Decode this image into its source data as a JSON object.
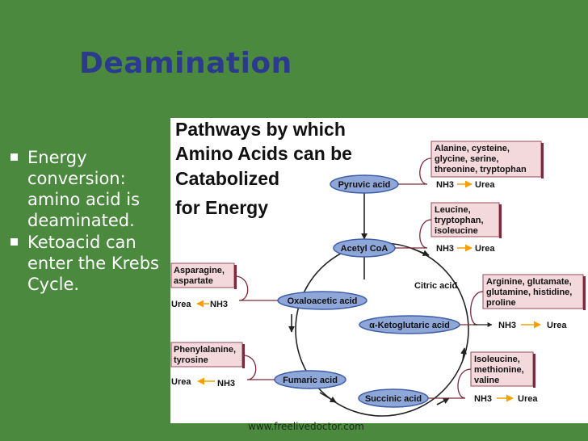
{
  "slide": {
    "title": "Deamination",
    "bullets": [
      "Energy conversion: amino acid is deaminated.",
      "Ketoacid can enter the Krebs Cycle."
    ],
    "footer": "www.freelivedoctor.com"
  },
  "diagram": {
    "heading_lines": [
      "Pathways by which",
      "Amino Acids can be",
      "Catabolized",
      "for Energy"
    ],
    "nodes": {
      "pyruvic": "Pyruvic acid",
      "acetyl": "Acetyl CoA",
      "citric": "Citric acid",
      "oxaloacetic": "Oxaloacetic acid",
      "ketoglutaric": "α-Ketoglutaric acid",
      "fumaric": "Fumaric acid",
      "succinic": "Succinic acid"
    },
    "amino_groups": {
      "g1": [
        "Alanine, cysteine,",
        "glycine, serine,",
        "threonine, tryptophan"
      ],
      "g2": [
        "Leucine,",
        "tryptophan,",
        "isoleucine"
      ],
      "g3": [
        "Asparagine,",
        "aspartate"
      ],
      "g4": [
        "Arginine, glutamate,",
        "glutamine, histidine,",
        "proline"
      ],
      "g5": [
        "Phenylalanine,",
        "tyrosine"
      ],
      "g6": [
        "Isoleucine,",
        "methionine,",
        "valine"
      ]
    },
    "nh3": "NH3",
    "urea": "Urea",
    "colors": {
      "ellipse": "#8ea7d8",
      "ellipse_edge": "#3f5fa8",
      "box": "#f3d8dc",
      "box_edge": "#9a4a5a",
      "arrow": "#f5a000",
      "connector": "#7a2a3a"
    }
  }
}
